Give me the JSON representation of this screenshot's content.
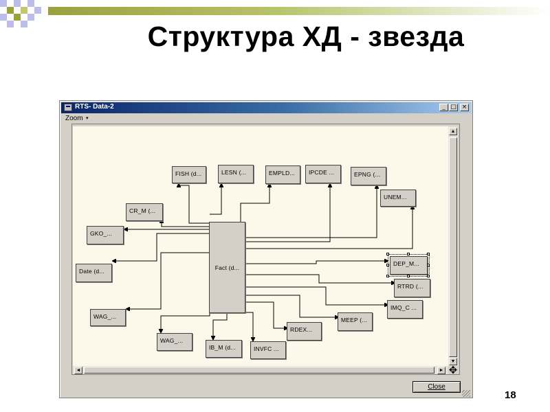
{
  "slide": {
    "title": "Структура ХД - звезда",
    "page_number": "18"
  },
  "window": {
    "title": "RTS- Data-2",
    "controls": {
      "minimize": "_",
      "maximize": "□",
      "close": "×"
    },
    "menu": {
      "zoom_label": "Zoom",
      "zoom_arrow": "▾"
    },
    "close_button_label": "Close",
    "resize_glyph": "✥"
  },
  "scrollbars": {
    "up": "▲",
    "down": "▼",
    "left": "◄",
    "right": "►"
  },
  "diagram": {
    "fact": "Fact (d...",
    "dimensions": [
      "FISH (d...",
      "LESN (...",
      "EMPLD...",
      "IPCDE ...",
      "EPNG (...",
      "UNEM...",
      "CR_M (...",
      "GKO_...",
      "DEP_M...",
      "Date (d...",
      "RTRD (...",
      "IMQ_C ...",
      "WAG_...",
      "MEEP (...",
      "RDEX...",
      "WAG_...",
      "IB_M (d...",
      "INVFC ..."
    ],
    "selected": "DEP_M..."
  },
  "colors": {
    "canvas": "#fcf9ea",
    "node_fill": "#d4d0c8",
    "titlebar_start": "#0a246a",
    "titlebar_end": "#a6caf0",
    "deco_olive": "#9aa03c",
    "deco_lavender": "#bcbde8"
  }
}
